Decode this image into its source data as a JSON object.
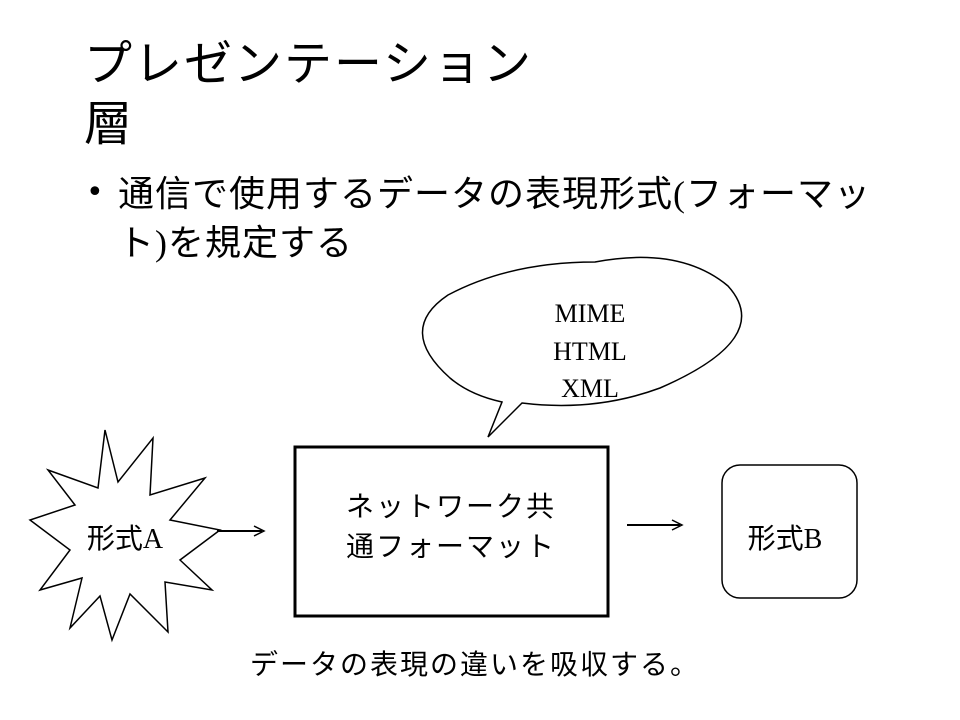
{
  "slide": {
    "title_line1": "プレゼンテーション",
    "title_line2": "層",
    "bullet_part1": "通信で使用するデータの表現形式",
    "bullet_open_paren": "(",
    "bullet_part2": "フォーマット",
    "bullet_close_paren": ")",
    "bullet_part3": "を規定する"
  },
  "diagram": {
    "format_a": {
      "prefix": "形式",
      "letter": "A"
    },
    "network_box": {
      "line1": "ネットワーク共",
      "line2": "通フォーマット"
    },
    "format_b": {
      "prefix": "形式",
      "letter": "B"
    },
    "callout": {
      "items": [
        "MIME",
        "HTML",
        "XML"
      ]
    },
    "caption": "データの表現の違いを吸収する。"
  }
}
